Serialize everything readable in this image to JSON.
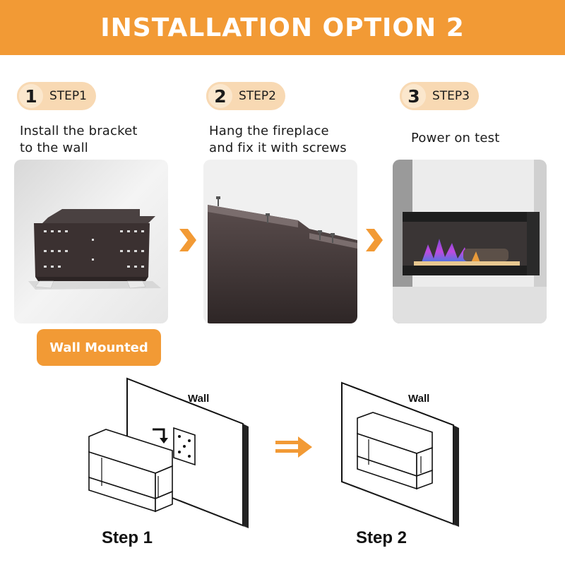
{
  "header": {
    "title": "INSTALLATION OPTION 2"
  },
  "steps": [
    {
      "number": "1",
      "label": "STEP1",
      "desc_line1": "Install the bracket",
      "desc_line2": "to the wall"
    },
    {
      "number": "2",
      "label": "STEP2",
      "desc_line1": "Hang the fireplace",
      "desc_line2": "and fix it with screws"
    },
    {
      "number": "3",
      "label": "STEP3",
      "desc_line1": "Power on test",
      "desc_line2": ""
    }
  ],
  "badge": {
    "label": "Wall Mounted"
  },
  "diagram": {
    "step1": {
      "wall_label": "Wall",
      "caption": "Step 1"
    },
    "step2": {
      "wall_label": "Wall",
      "caption": "Step 2"
    }
  },
  "colors": {
    "accent": "#f29a35",
    "pill": "#f8d9b3",
    "dark_metal": "#3b3131"
  },
  "icons": [
    "chevron-right-icon",
    "double-arrow-right-icon"
  ]
}
